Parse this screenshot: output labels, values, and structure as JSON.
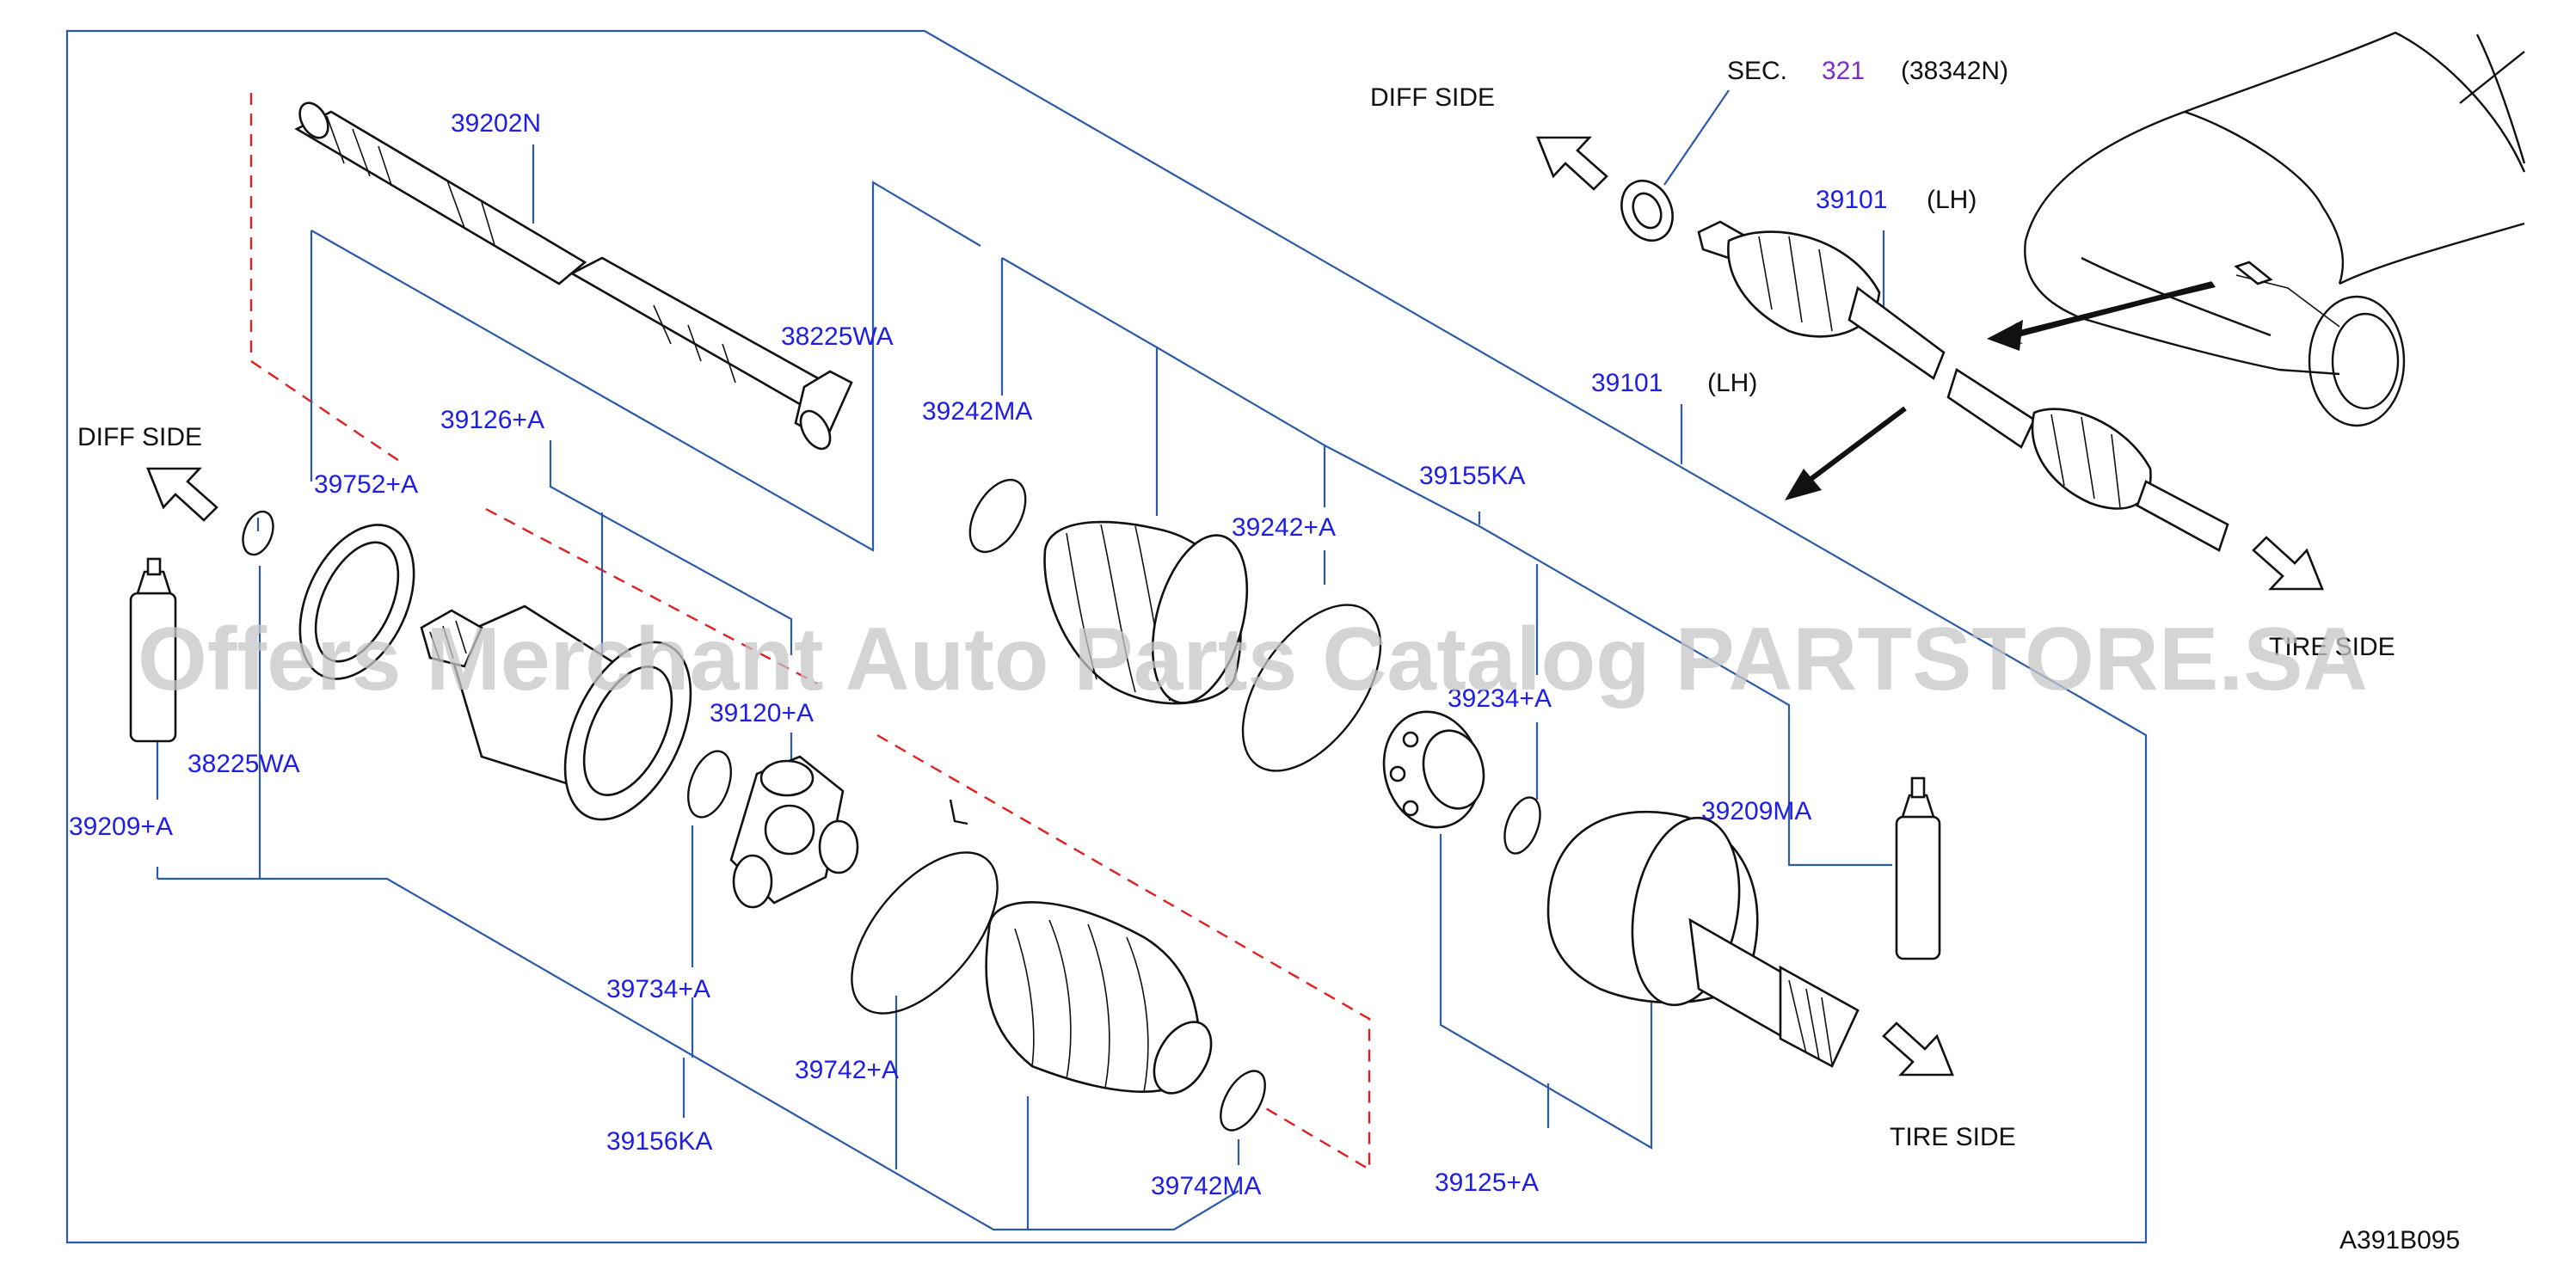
{
  "diagram_code": "A391B095",
  "watermark": "Offers Merchant Auto Parts Catalog PARTSTORE.SA",
  "sections": {
    "diff_side_left": "DIFF  SIDE",
    "diff_side_right": "DIFF  SIDE",
    "tire_side_right": "TIRE  SIDE",
    "tire_side_bottom": "TIRE  SIDE"
  },
  "sec_ref": {
    "prefix": "SEC.",
    "number": "321",
    "code": "(38342N)"
  },
  "colors": {
    "part_label": "#1e1ee6",
    "black_label": "#111111",
    "frame_line": "#2a5aa8",
    "phantom_line": "#e02020",
    "sec_link": "#7b2fc6",
    "watermark": "#c6c6c6"
  },
  "parts": {
    "p39202n": "39202N",
    "p38225wa_top": "38225WA",
    "p39126a": "39126+A",
    "p39752a": "39752+A",
    "p38225wa_left": "38225WA",
    "p39209a": "39209+A",
    "p39120a": "39120+A",
    "p39734a": "39734+A",
    "p39156ka": "39156KA",
    "p39742a": "39742+A",
    "p39742ma": "39742MA",
    "p39242ma": "39242MA",
    "p39242a": "39242+A",
    "p39155ka": "39155KA",
    "p39234a": "39234+A",
    "p39209ma": "39209MA",
    "p39125a": "39125+A",
    "p39101_upper": "39101",
    "p39101_lower": "39101"
  },
  "side_marks": {
    "lh_upper": "(LH)",
    "lh_lower": "(LH)"
  }
}
